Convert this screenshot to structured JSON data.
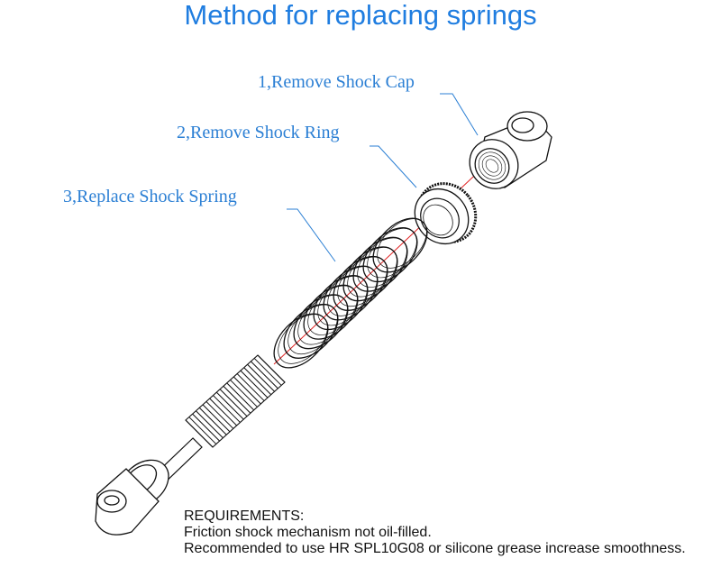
{
  "title": "Method for replacing springs",
  "steps": [
    {
      "label": "1,Remove Shock Cap"
    },
    {
      "label": "2,Remove Shock Ring"
    },
    {
      "label": "3,Replace Shock Spring"
    }
  ],
  "requirements": {
    "heading": "REQUIREMENTS:",
    "lines": [
      "Friction shock mechanism not oil-filled.",
      "Recommended to use HR SPL10G08 or silicone grease increase smoothness."
    ]
  },
  "colors": {
    "title": "#1f7de0",
    "labels": "#2b7fd4",
    "axis_line": "#e02020",
    "outline": "#111111"
  }
}
